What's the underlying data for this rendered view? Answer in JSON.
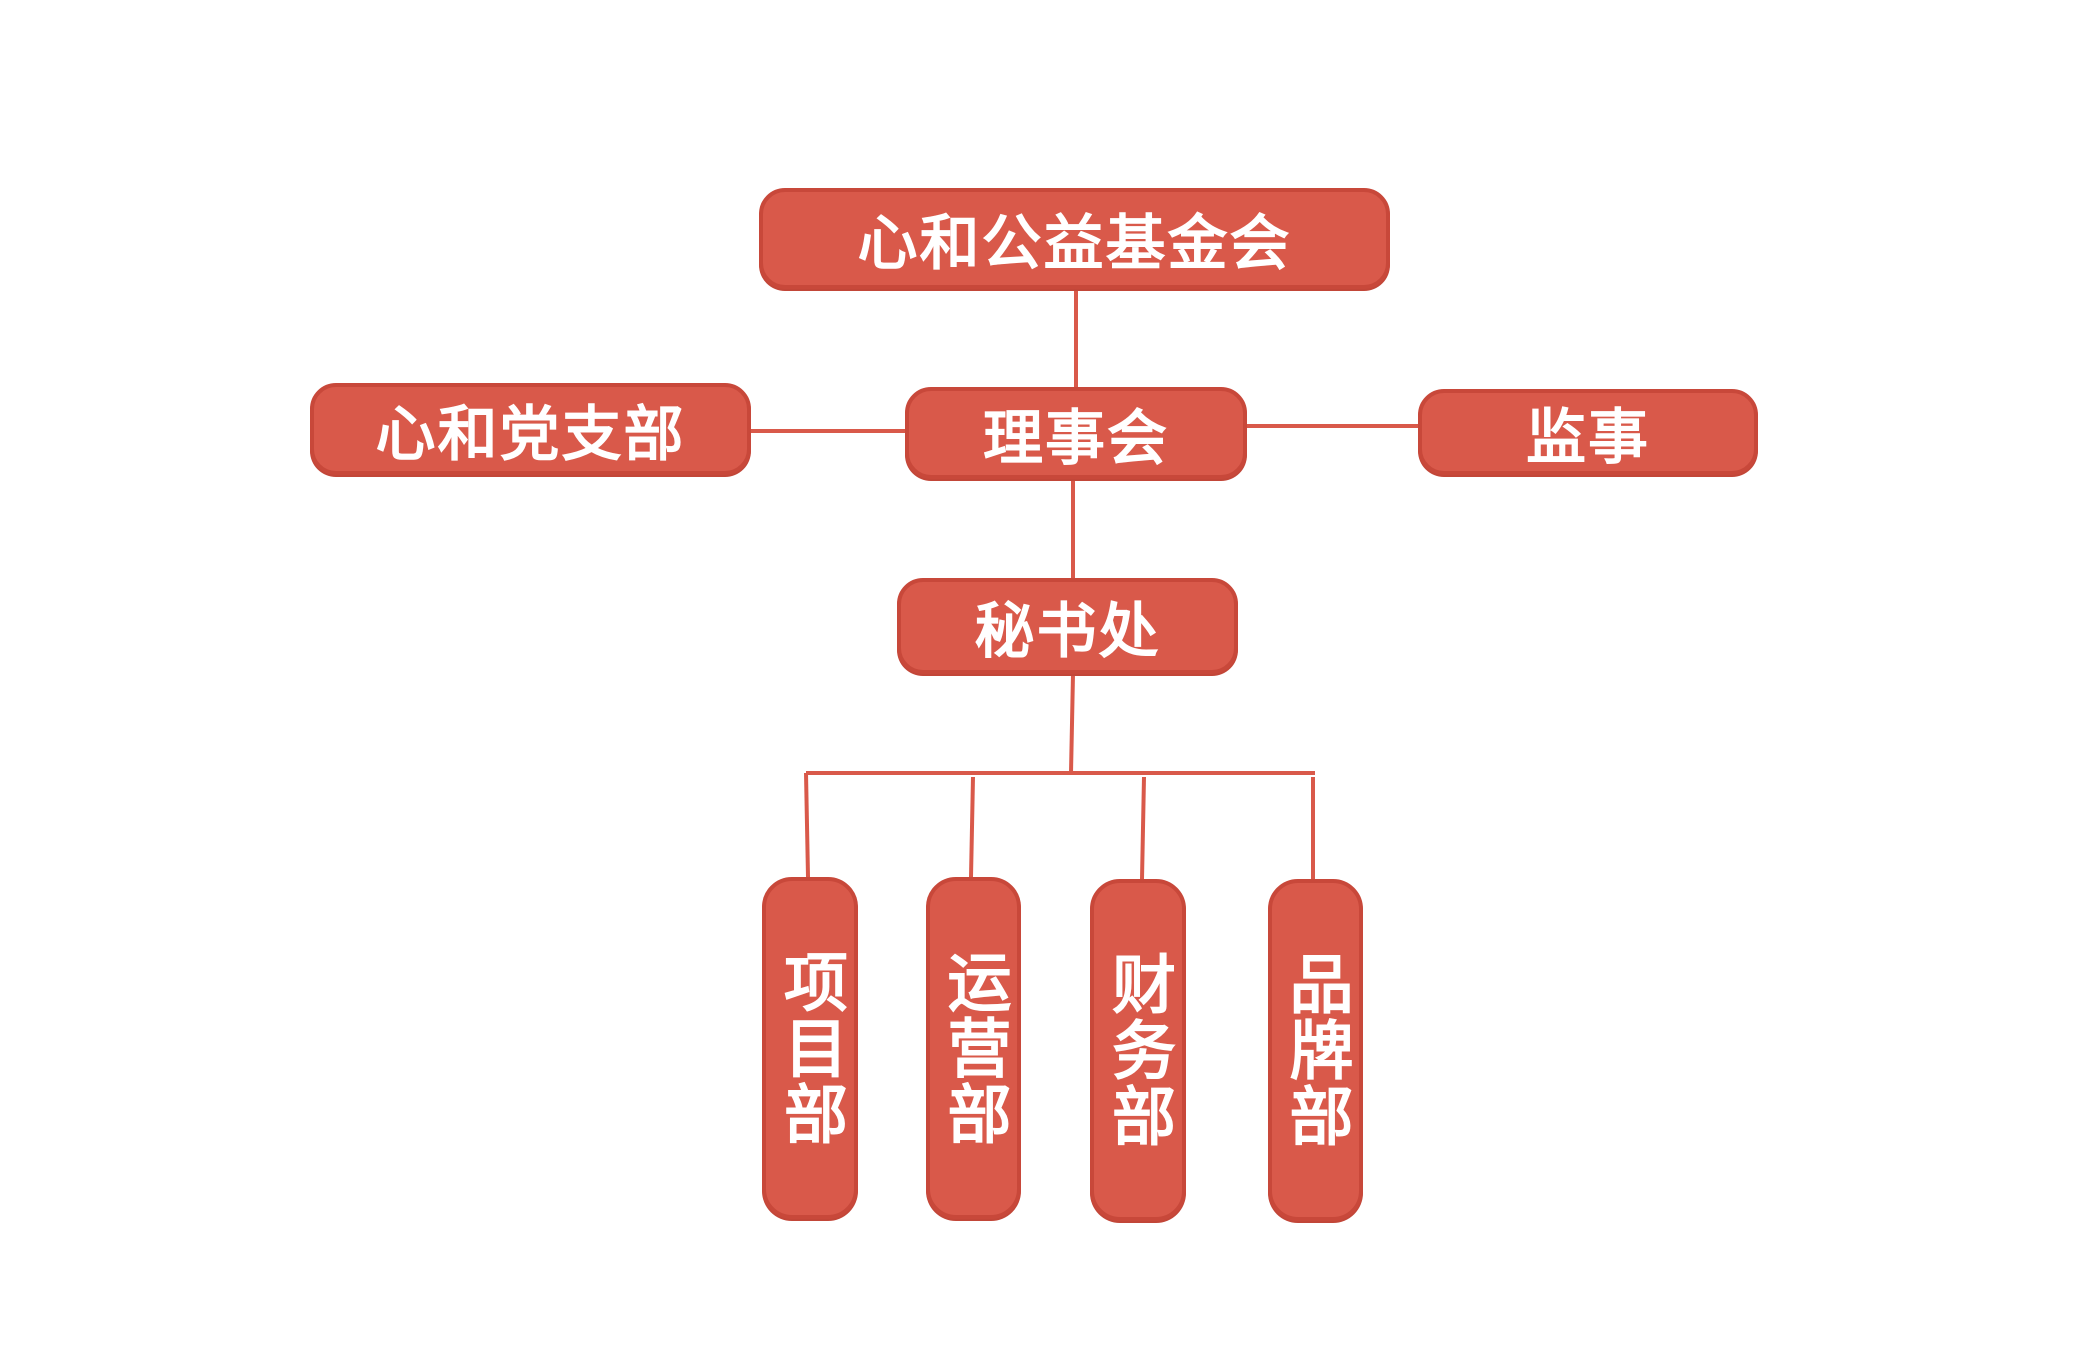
{
  "colors": {
    "node_fill": "#d9594a",
    "node_border": "#c8483a",
    "connector": "#d9594a",
    "text": "#ffffff",
    "background": "#ffffff"
  },
  "org": {
    "root": "心和公益基金会",
    "party_branch": "心和党支部",
    "council": "理事会",
    "supervisor": "监事",
    "secretariat": "秘书处",
    "departments": [
      "项目部",
      "运营部",
      "财务部",
      "品牌部"
    ]
  }
}
